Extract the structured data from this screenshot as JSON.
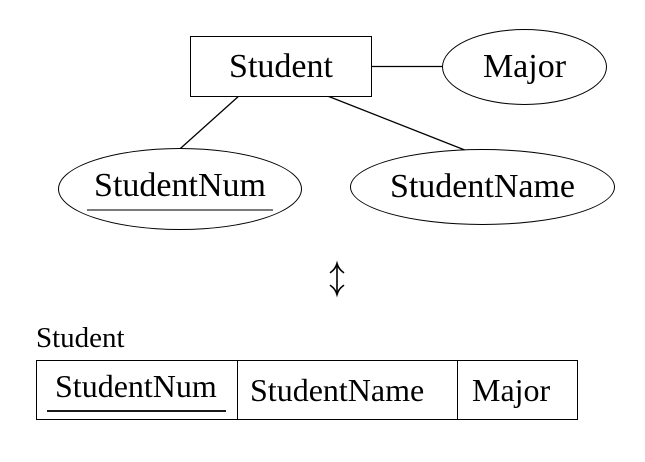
{
  "figure": {
    "description_visible_parts": "ER-diagram of entity with attributes, double arrow, relational table"
  },
  "er": {
    "entity_label": "Student",
    "attributes": [
      {
        "label": "StudentNum",
        "is_key": true
      },
      {
        "label": "StudentName",
        "is_key": false
      },
      {
        "label": "Major",
        "is_key": false
      }
    ]
  },
  "mapping": {
    "symbol": "↕"
  },
  "relation": {
    "name": "Student",
    "columns": [
      {
        "label": "StudentNum",
        "is_key": true
      },
      {
        "label": "StudentName",
        "is_key": false
      },
      {
        "label": "Major",
        "is_key": false
      }
    ]
  },
  "colors": {
    "ink": "#000000",
    "key_underline_ellipse": "#7a7a7a",
    "key_underline_table": "#1a1a1a",
    "background": "#ffffff"
  }
}
